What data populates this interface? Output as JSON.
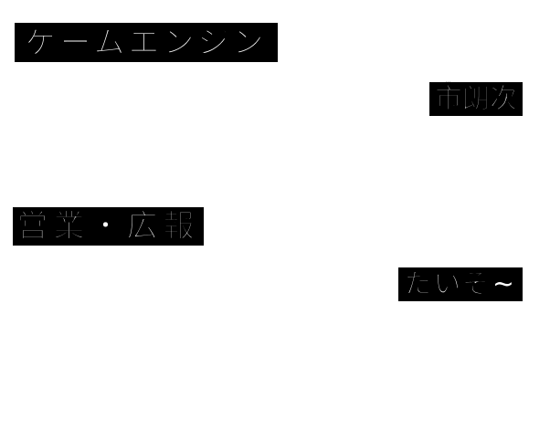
{
  "credits": [
    {
      "role": "ゲームエンジン",
      "name": "市朗次"
    },
    {
      "role": "営業・広報",
      "name": "たいぞ~"
    }
  ],
  "colors": {
    "text": "#ffffff",
    "outline": "#000000",
    "background": "#ffffff"
  }
}
